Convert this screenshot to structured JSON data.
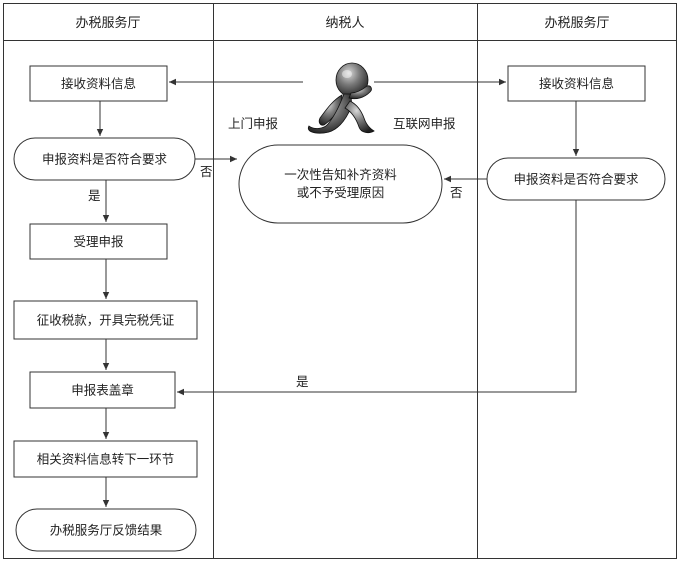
{
  "lanes": [
    {
      "title": "办税服务厅"
    },
    {
      "title": "纳税人"
    },
    {
      "title": "办税服务厅"
    }
  ],
  "nodes": {
    "receive_left": "接收资料信息",
    "check_left": "申报资料是否符合要求",
    "accept": "受理申报",
    "collect": "征收税款，开具完税凭证",
    "stamp": "申报表盖章",
    "transfer": "相关资料信息转下一环节",
    "feedback": "办税服务厅反馈结果",
    "notify_line1": "一次性告知补齐资料",
    "notify_line2": "或不予受理原因",
    "receive_right": "接收资料信息",
    "check_right": "申报资料是否符合要求"
  },
  "edge_labels": {
    "onsite": "上门申报",
    "online": "互联网申报",
    "no_left": "否",
    "no_right": "否",
    "yes_left": "是",
    "yes_right": "是"
  },
  "icons": {
    "taxpayer": "running-person-icon"
  }
}
